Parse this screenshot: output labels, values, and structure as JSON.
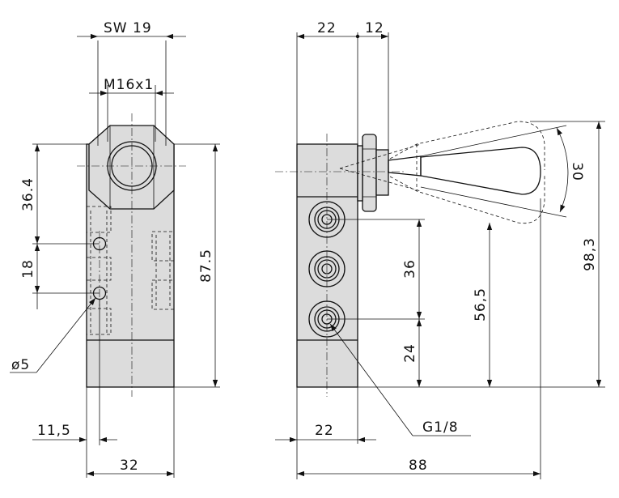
{
  "dimensions": {
    "sw": "SW 19",
    "thread": "M16x1",
    "d_36_4": "36.4",
    "d_18": "18",
    "d_87_5": "87.5",
    "d_dia5": "ø5",
    "d_11_5": "11,5",
    "d_32": "32",
    "d_22_top": "22",
    "d_12": "12",
    "d_30": "30",
    "d_98_3": "98,3",
    "d_56_5": "56,5",
    "d_36": "36",
    "d_24": "24",
    "d_g18": "G1/8",
    "d_22_bottom": "22",
    "d_88": "88"
  }
}
